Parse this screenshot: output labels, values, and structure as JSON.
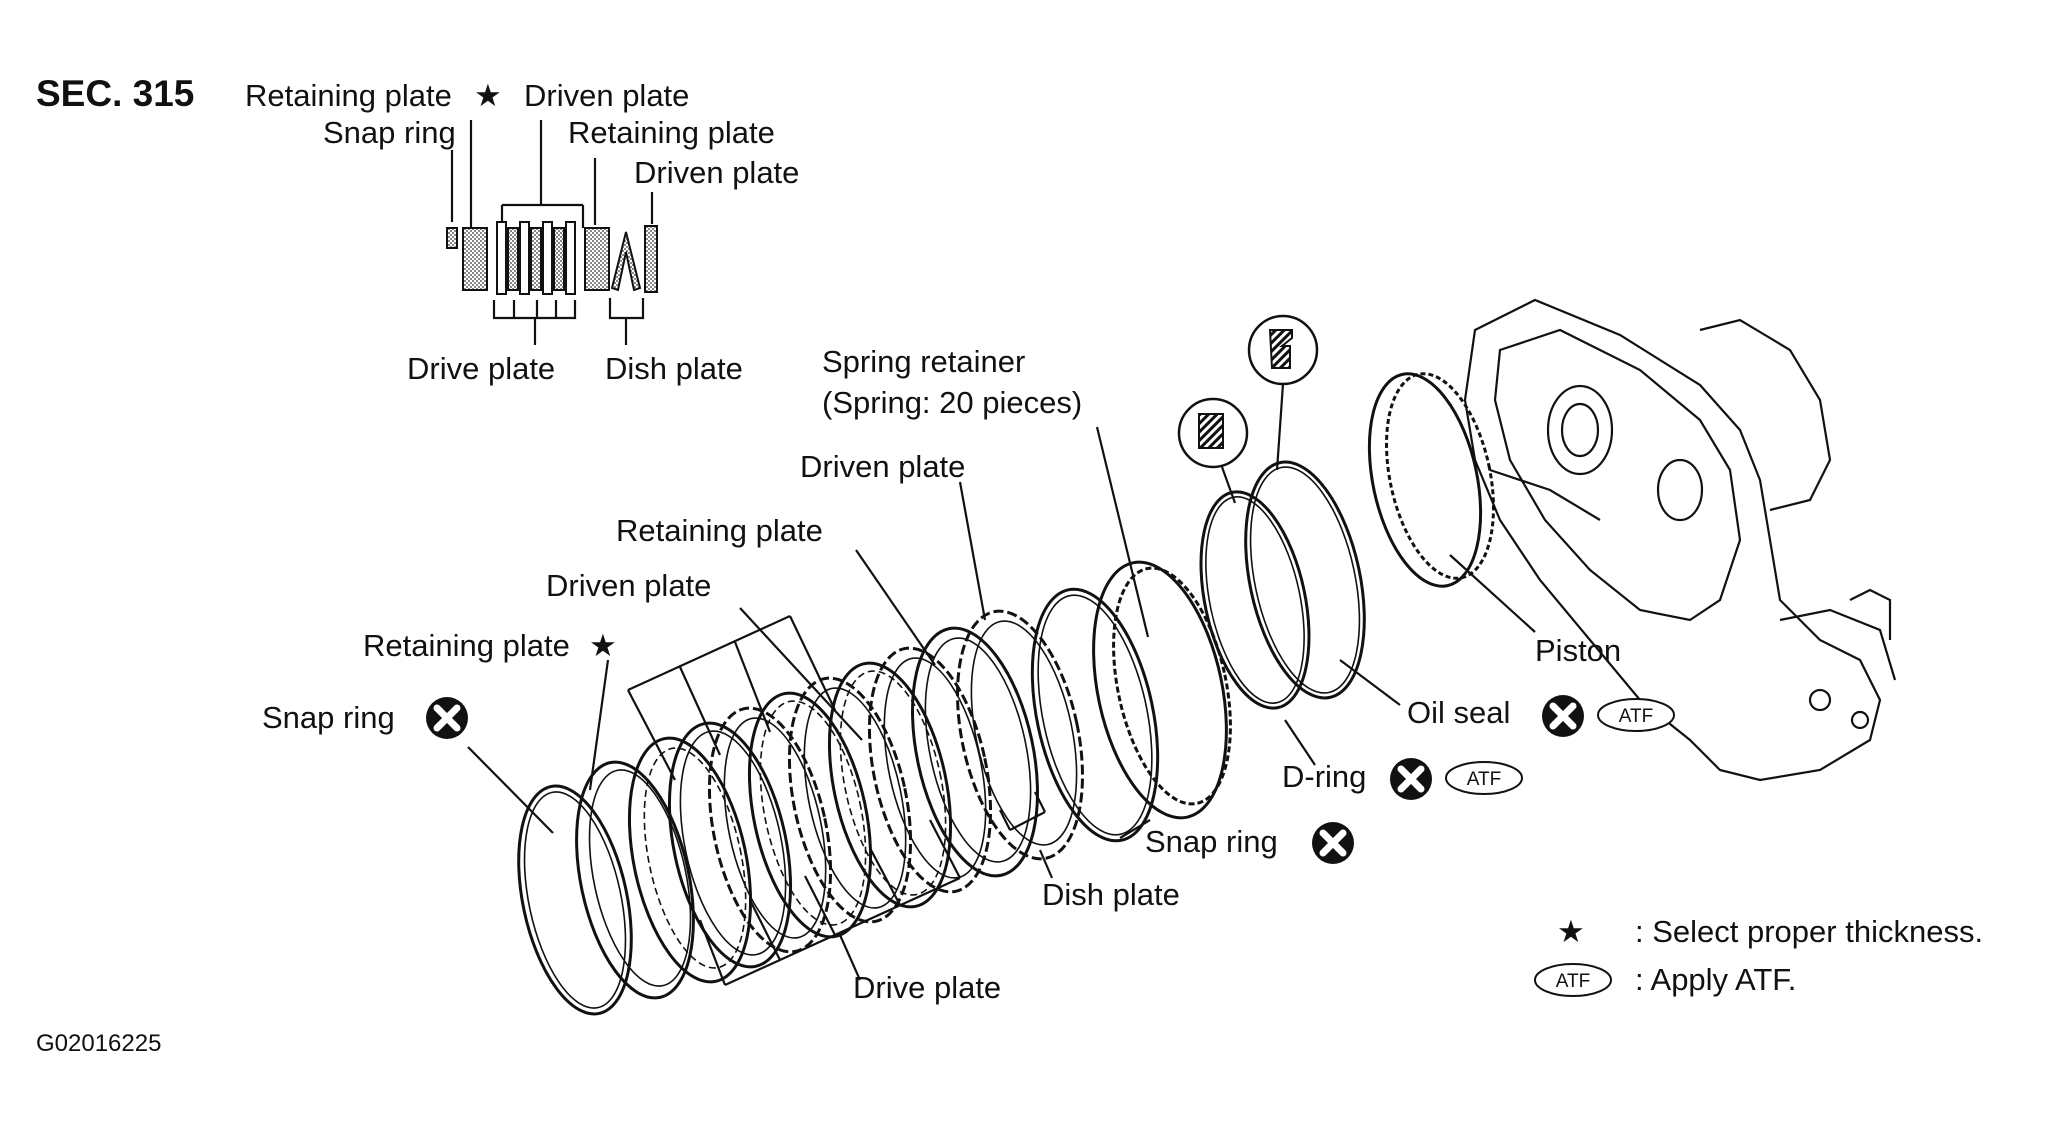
{
  "section": "SEC. 315",
  "figure_code": "G02016225",
  "inset": {
    "labels": {
      "retaining_plate_star": "Retaining plate",
      "driven_plate_top": "Driven plate",
      "snap_ring": "Snap ring",
      "retaining_plate": "Retaining plate",
      "driven_plate_right": "Driven plate",
      "drive_plate": "Drive plate",
      "dish_plate": "Dish plate"
    }
  },
  "labels": {
    "spring_retainer": "Spring retainer",
    "spring_count": "(Spring: 20 pieces)",
    "driven_plate_a": "Driven plate",
    "retaining_plate": "Retaining plate",
    "driven_plate_b": "Driven plate",
    "retaining_plate_star": "Retaining plate",
    "snap_ring_left": "Snap ring",
    "piston": "Piston",
    "oil_seal": "Oil seal",
    "d_ring": "D-ring",
    "snap_ring_right": "Snap ring",
    "dish_plate": "Dish plate",
    "drive_plate": "Drive plate"
  },
  "legend": {
    "star_symbol": "★",
    "star_text": ": Select proper thickness.",
    "atf_symbol": "ATF",
    "atf_text": ": Apply ATF."
  },
  "symbols": {
    "star": "★",
    "atf": "ATF"
  },
  "icons": [
    "do-not-reuse-icon",
    "star-icon",
    "atf-icon",
    "seal-cross-section-icon"
  ]
}
